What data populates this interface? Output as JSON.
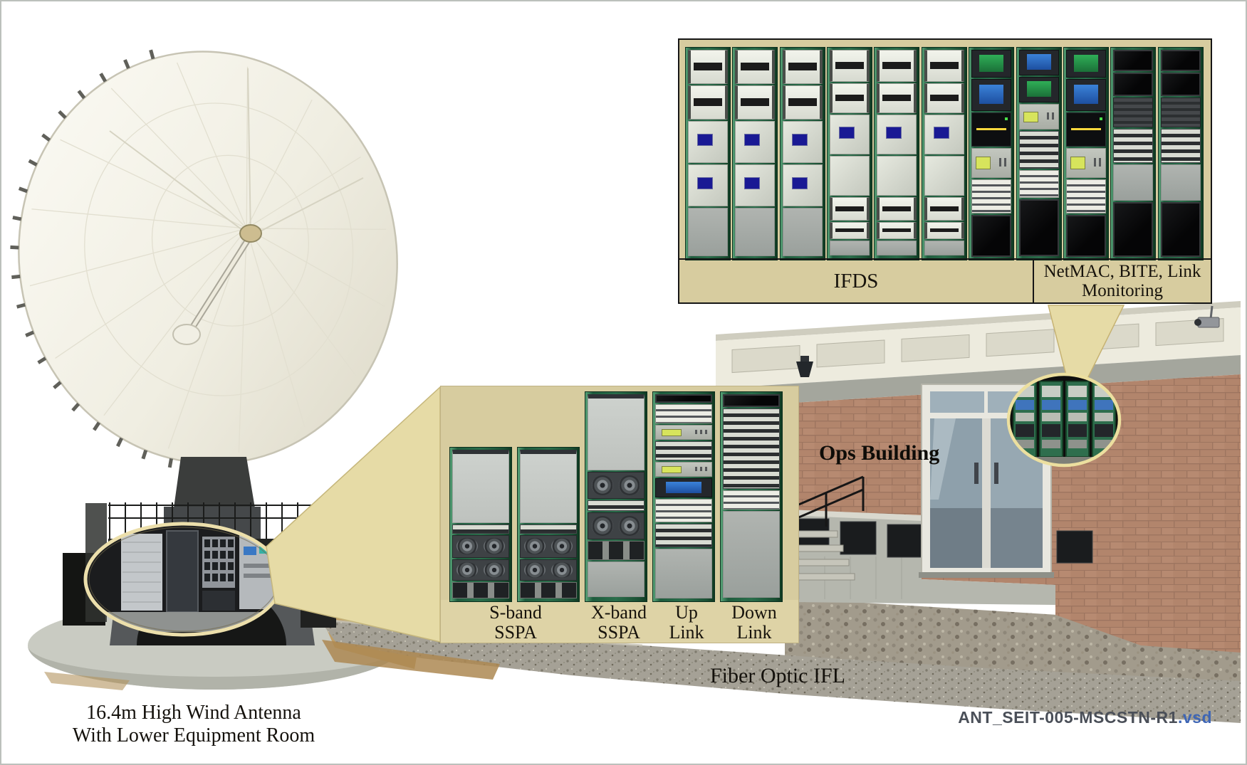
{
  "colors": {
    "panel_tan": "#d7cc9f",
    "band_tan": "#ded3a6",
    "callout_tan": "#e6dba6",
    "rack_green": "#2a6e4b",
    "module_blue": "#191994",
    "filename_color": "#4a4f58",
    "filename_ext_color": "#3f66b5"
  },
  "ifds_panel": {
    "ifds_label": "IFDS",
    "netmac_line1": "NetMAC, BITE, Link",
    "netmac_line2": "Monitoring"
  },
  "rf_panel": {
    "labels": [
      {
        "line1": "S-band",
        "line2": "SSPA"
      },
      {
        "line1": "X-band",
        "line2": "SSPA"
      },
      {
        "line1": "Up",
        "line2": "Link"
      },
      {
        "line1": "Down",
        "line2": "Link"
      }
    ]
  },
  "ops_building_label": "Ops Building",
  "fiber_optic_label": "Fiber Optic IFL",
  "antenna_caption": {
    "line1": "16.4m High Wind Antenna",
    "line2": "With Lower Equipment Room"
  },
  "filename": {
    "base": "ANT_SEIT-005-MSCSTN-R1",
    "ext": ".vsd"
  }
}
